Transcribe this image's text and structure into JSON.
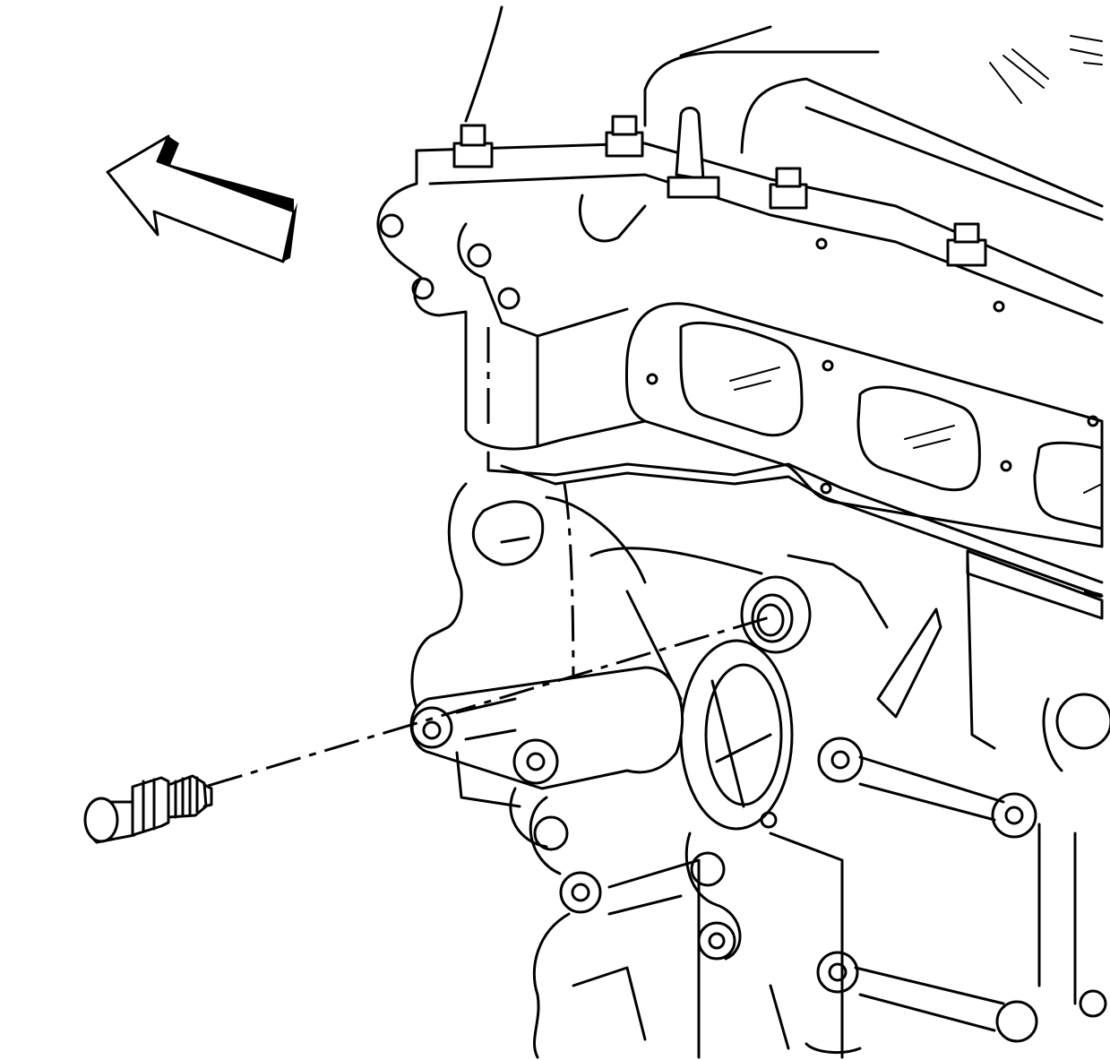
{
  "figure": {
    "subject": "engine-block-front-view",
    "arrow_direction": "front-left",
    "part": "engine-block-fitting-plug",
    "colors": {
      "line": "#000000",
      "background": "#ffffff"
    }
  }
}
